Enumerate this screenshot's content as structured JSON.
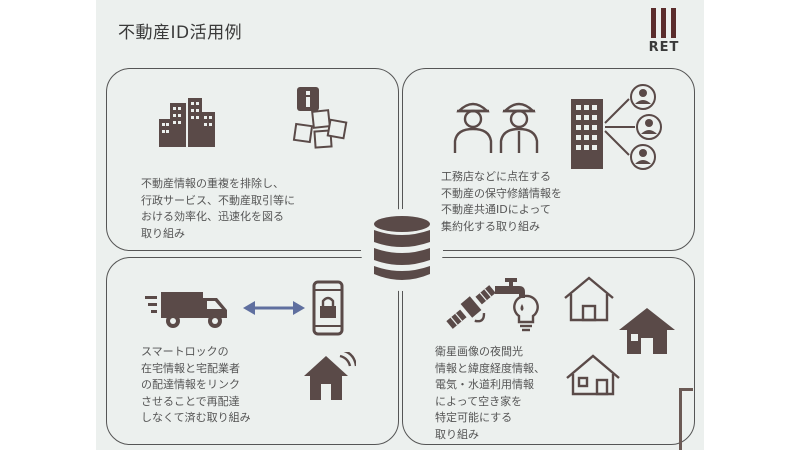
{
  "title": "不動産ID活用例",
  "logo": {
    "text": "RET"
  },
  "colors": {
    "icon": "#5a4a48",
    "border": "#555555",
    "text": "#555555",
    "arrow": "#5f6f9f"
  },
  "cards": [
    {
      "text": "不動産情報の重複を排除し、\n行政サービス、不動産取引等に\nおける効率化、迅速化を図る\n取り組み",
      "icons": [
        "buildings-icon",
        "info-documents-icon"
      ]
    },
    {
      "text": "工務店などに点在する\n不動産の保守修繕情報を\n不動産共通IDによって\n集約化する取り組み",
      "icons": [
        "workers-icon",
        "building-network-icon"
      ]
    },
    {
      "text": "スマートロックの\n在宅情報と宅配業者\nの配達情報をリンク\nさせることで再配達\nしなくて済む取り組み",
      "icons": [
        "delivery-truck-icon",
        "double-arrow-icon",
        "smartphone-lock-icon",
        "smart-home-icon"
      ]
    },
    {
      "text": "衛星画像の夜間光\n情報と緯度経度情報、\n電気・水道利用情報\nによって空き家を\n特定可能にする\n取り組み",
      "icons": [
        "satellite-icon",
        "faucet-icon",
        "lightbulb-icon",
        "houses-icon"
      ]
    }
  ],
  "center_icon": "database-icon"
}
